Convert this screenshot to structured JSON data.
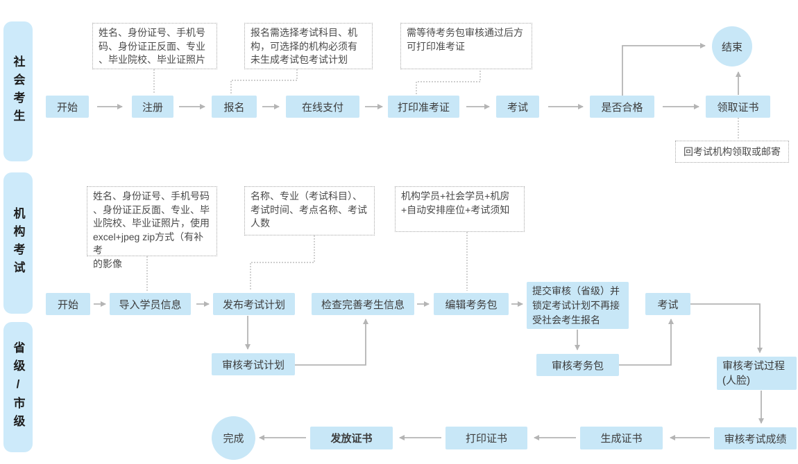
{
  "colors": {
    "node_fill": "#c8e7f7",
    "lane_fill": "#cdeafa",
    "arrow": "#b4b4b4",
    "note_border": "#a5a5a5",
    "text": "#3c3c3c"
  },
  "lanes": [
    {
      "label": "社会考生"
    },
    {
      "label": "机构考试"
    },
    {
      "label": "省级/市级"
    }
  ],
  "nodes": {
    "s_start": "开始",
    "s_register": "注册",
    "s_signup": "报名",
    "s_pay": "在线支付",
    "s_print": "打印准考证",
    "s_exam": "考试",
    "s_pass": "是否合格",
    "s_cert": "领取证书",
    "s_end": "结束",
    "o_start": "开始",
    "o_import": "导入学员信息",
    "o_publish": "发布考试计划",
    "o_check": "检查完善考生信息",
    "o_edit": "编辑考务包",
    "o_submit": "提交审核（省级）并\n锁定考试计划不再接\n受社会考生报名",
    "o_exam": "考试",
    "p_review_plan": "审核考试计划",
    "p_review_pack": "审核考务包",
    "p_review_process": "审核考试过程\n(人脸)",
    "p_review_score": "审核考试成绩",
    "p_generate_cert": "生成证书",
    "p_print_cert": "打印证书",
    "p_issue_cert": "发放证书",
    "p_done": "完成"
  },
  "notes": {
    "register_fields": "姓名、身份证号、手机号\n码、身份证正反面、专业\n、毕业院校、毕业证照片",
    "signup_rule": "报名需选择考试科目、机\n构，可选择的机构必须有\n未生成考试包考试计划",
    "print_rule": "需等待考务包审核通过后方\n可打印准考证",
    "cert_delivery": "回考试机构领取或邮寄",
    "import_fields": "姓名、身份证号、手机号码\n、身份证正反面、专业、毕\n业院校、毕业证照片，使用\nexcel+jpeg zip方式（有补考\n的影像",
    "plan_fields": "名称、专业（考试科目）、\n考试时间、考点名称、考试\n人数",
    "pack_fields": "机构学员+社会学员+机房\n+自动安排座位+考试须知"
  }
}
